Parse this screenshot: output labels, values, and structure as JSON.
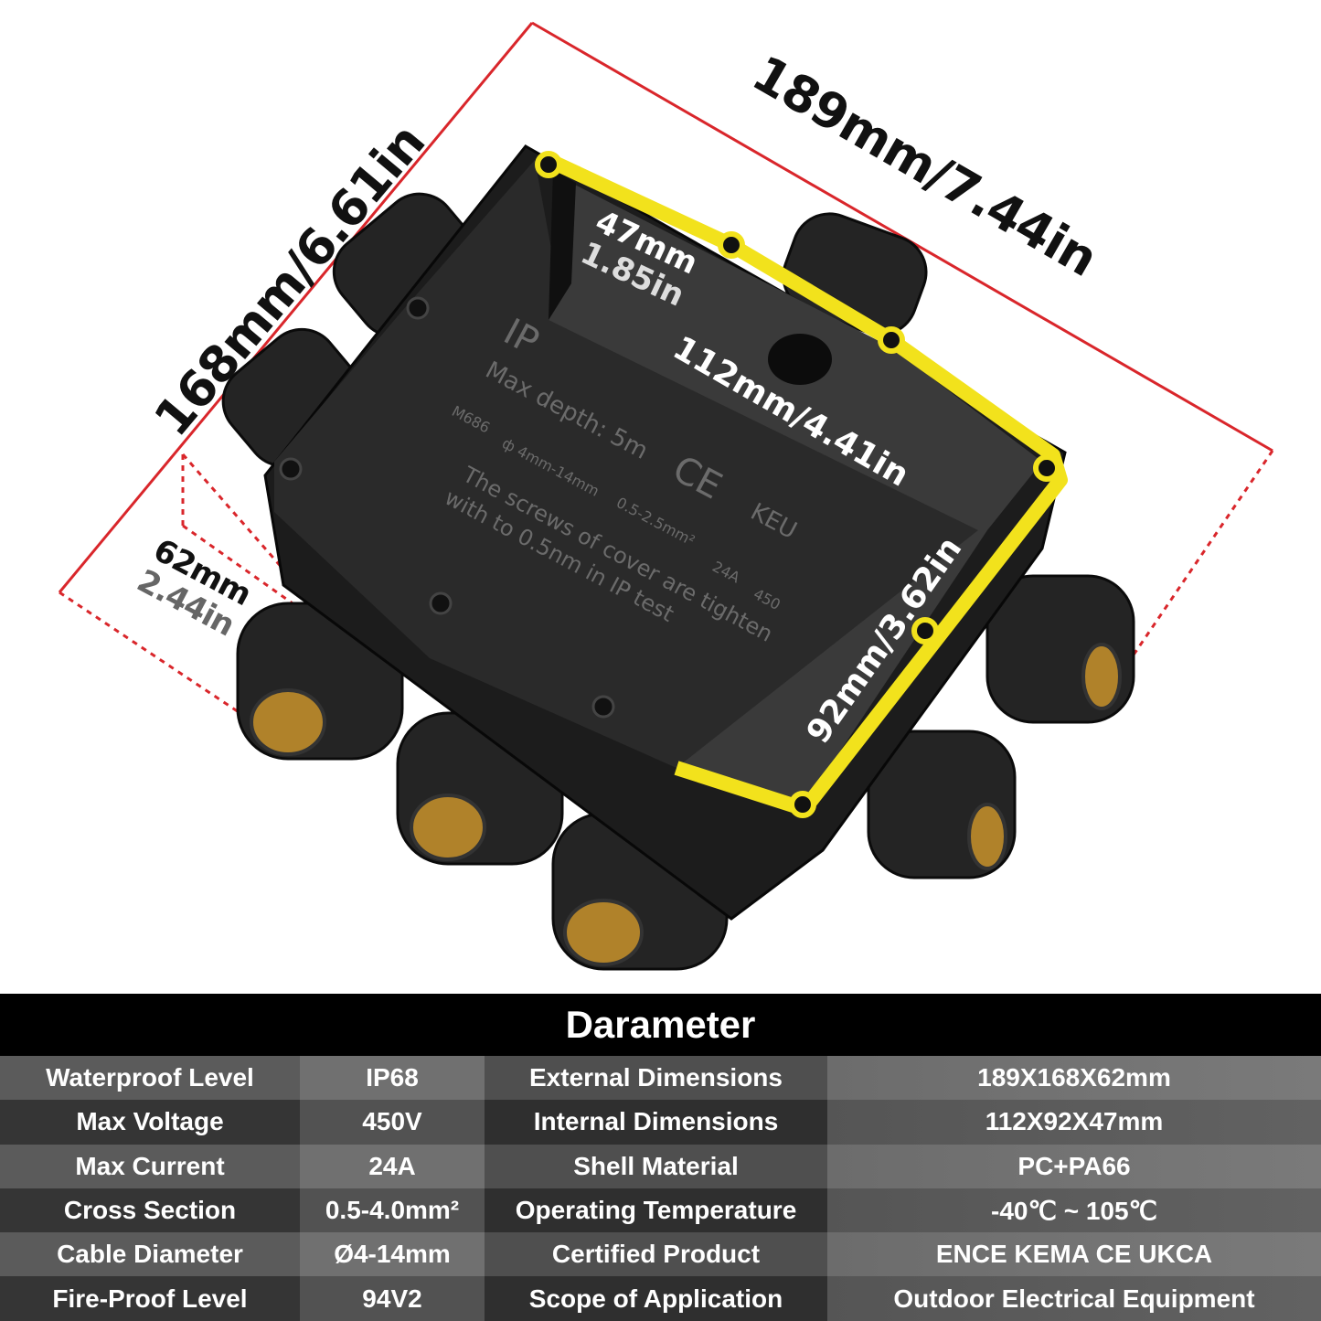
{
  "dimensions": {
    "length": "189mm/7.44in",
    "width": "168mm/6.61in",
    "inner_length": "112mm/4.41in",
    "inner_width": "92mm/3.62in",
    "inner_depth_mm": "47mm",
    "inner_depth_in": "1.85in",
    "height_mm": "62mm",
    "height_in": "2.44in"
  },
  "product_text": {
    "rating": "IP",
    "depth": "Max depth: 5m",
    "model": "M686",
    "cable_range": "ф 4mm-14mm",
    "wire": "0.5-2.5mm²",
    "current": "24A",
    "voltage": "450",
    "note_line1": "The screws of cover are tighten",
    "note_line2": "with to 0.5nm in IP test",
    "ce_mark": "CE",
    "brand": "KEU"
  },
  "colors": {
    "outline": "#f2e21c",
    "dimension": "#d9262b",
    "body": "#1c1c1c"
  },
  "table": {
    "title": "Darameter",
    "rows": [
      [
        "Waterproof Level",
        "IP68",
        "External Dimensions",
        "189X168X62mm"
      ],
      [
        "Max Voltage",
        "450V",
        "Internal Dimensions",
        "112X92X47mm"
      ],
      [
        "Max Current",
        "24A",
        "Shell Material",
        "PC+PA66"
      ],
      [
        "Cross Section",
        "0.5-4.0mm²",
        "Operating Temperature",
        "-40℃ ~ 105℃"
      ],
      [
        "Cable Diameter",
        "Ø4-14mm",
        "Certified Product",
        "ENCE KEMA CE UKCA"
      ],
      [
        "Fire-Proof Level",
        "94V2",
        "Scope of Application",
        "Outdoor Electrical Equipment"
      ]
    ]
  }
}
